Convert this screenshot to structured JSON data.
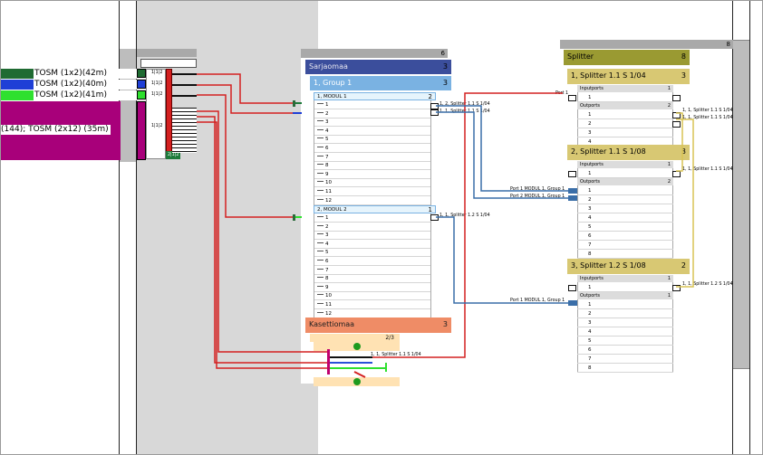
{
  "left_panel": {
    "cables": [
      {
        "label": "TOSM (1x2)(42m)",
        "color": "#1f6b32"
      },
      {
        "label": "TOSM (1x2)(40m)",
        "color": "#1f3fd6"
      },
      {
        "label": "TOSM (1x2)(41m)",
        "color": "#2fe02f"
      },
      {
        "label": "(144); TOSM (2x12) (35m)",
        "color": "#a8007a"
      }
    ],
    "splice": {
      "labels": [
        "1|1|2",
        "1|1|2",
        "1|1|2",
        "1|1|2",
        "2|1|2"
      ]
    }
  },
  "cabinet": {
    "count": "6",
    "sarja": {
      "title": "Sarjaomaa",
      "count": "3",
      "color": "#3b4e9c"
    },
    "group": {
      "title": "1, Group 1",
      "count": "3",
      "color": "#7ab2e2"
    },
    "modul1": {
      "title": "1, MODUL 1",
      "count": "2",
      "ports": [
        "1",
        "2",
        "3",
        "4",
        "5",
        "6",
        "7",
        "8",
        "9",
        "10",
        "11",
        "12"
      ],
      "conn_labels": [
        "1, 2, Splitter 1.1 S 1/04",
        "1, 1, Splitter 1.1 S 1/04"
      ]
    },
    "modul2": {
      "title": "2, MODUL 2",
      "count": "1",
      "ports": [
        "1",
        "2",
        "3",
        "4",
        "5",
        "6",
        "7",
        "8",
        "9",
        "10",
        "11",
        "12"
      ],
      "conn_labels": [
        "1, 1, Splitter 1.2 S 1/04"
      ]
    },
    "kasetti": {
      "title": "Kasettiomaa",
      "count": "3",
      "color": "#ef8c66",
      "sub": "2/3",
      "splice_labels": [
        "1, 1, Splitter 1.1 S 1/04"
      ]
    }
  },
  "splitter_panel": {
    "count": "8",
    "header": {
      "title": "Splitter",
      "count": "8",
      "color": "#9a9a32"
    },
    "splitters": [
      {
        "title": "1, Splitter 1.1 S 1/04",
        "count": "3",
        "in_label": "Inputports",
        "in_count": "1",
        "in_ports": [
          "1"
        ],
        "out_label": "Outports",
        "out_count": "2",
        "out_ports": [
          "1",
          "2",
          "3",
          "4"
        ],
        "in_link": "Port 1",
        "out_links": [
          "1, 1, Splitter 1.1 S 1/04",
          "1, 1, Splitter 1.1 S 1/04"
        ]
      },
      {
        "title": "2, Splitter 1.1 S 1/08",
        "count": "3",
        "in_label": "Inputports",
        "in_count": "1",
        "in_ports": [
          "1"
        ],
        "out_label": "Outports",
        "out_count": "2",
        "out_ports": [
          "1",
          "2",
          "3",
          "4",
          "5",
          "6",
          "7",
          "8"
        ],
        "in_link": "1, 1, Splitter 1.1 S 1/04",
        "out_links": [
          "Port 1 MODUL 1, Group 1",
          "Port 2 MODUL 1, Group 1"
        ]
      },
      {
        "title": "3, Splitter 1.2 S 1/08",
        "count": "2",
        "in_label": "Inputports",
        "in_count": "1",
        "in_ports": [
          "1"
        ],
        "out_label": "Outports",
        "out_count": "1",
        "out_ports": [
          "1",
          "2",
          "3",
          "4",
          "5",
          "6",
          "7",
          "8"
        ],
        "in_link": "1, 1, Splitter 1.2 S 1/04",
        "out_links": [
          "Port 1 MODUL 1, Group 1"
        ]
      }
    ]
  }
}
